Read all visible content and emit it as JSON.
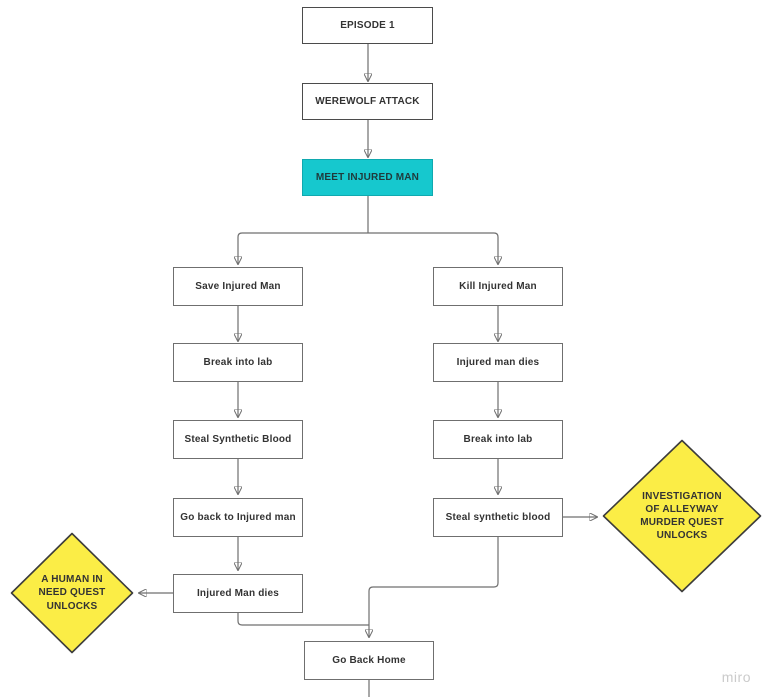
{
  "colors": {
    "bg": "#ffffff",
    "teal": "#16C8CE",
    "teal_border": "#10a9af",
    "yellow": "#FBED46",
    "diamond_border": "#3c3c3c",
    "box_border": "#6f6f6f",
    "box_border_dark": "#4b4b4b",
    "line": "#6f6f6f",
    "arrowhead": "#454545",
    "text": "#333333",
    "watermark": "#cbcbcb"
  },
  "nodes": {
    "episode1": {
      "label": "EPISODE 1"
    },
    "werewolf_attack": {
      "label": "WEREWOLF ATTACK"
    },
    "meet_injured_man": {
      "label": "MEET INJURED MAN"
    },
    "save_injured_man": {
      "label": "Save Injured Man"
    },
    "break_into_lab_left": {
      "label": "Break into lab"
    },
    "steal_synthetic_blood_left": {
      "label": "Steal Synthetic Blood"
    },
    "go_back_to_injured_man": {
      "label": "Go back to Injured man"
    },
    "injured_man_dies_left": {
      "label": "Injured Man dies"
    },
    "kill_injured_man": {
      "label": "Kill Injured Man"
    },
    "injured_man_dies_right": {
      "label": "Injured man dies"
    },
    "break_into_lab_right": {
      "label": "Break into lab"
    },
    "steal_synthetic_blood_right": {
      "label": "Steal synthetic blood"
    },
    "go_back_home": {
      "label": "Go Back Home"
    },
    "human_in_need_quest": {
      "label": "A HUMAN IN NEED QUEST UNLOCKS"
    },
    "investigation_quest": {
      "label": "INVESTIGATION OF ALLEYWAY MURDER QUEST UNLOCKS"
    }
  },
  "watermark": {
    "label": "miro"
  }
}
